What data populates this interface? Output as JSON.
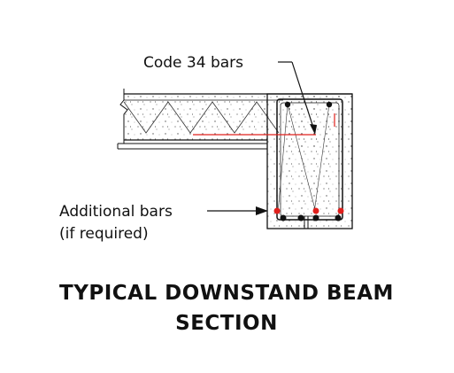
{
  "diagram": {
    "title_line1": "TYPICAL DOWNSTAND BEAM",
    "title_line2": "SECTION",
    "callout_top": "Code 34 bars",
    "callout_left_line1": "Additional bars",
    "callout_left_line2": "(if required)"
  },
  "colors": {
    "line": "#111111",
    "highlight_bar": "#e0201c",
    "concrete_dot": "#555555"
  }
}
